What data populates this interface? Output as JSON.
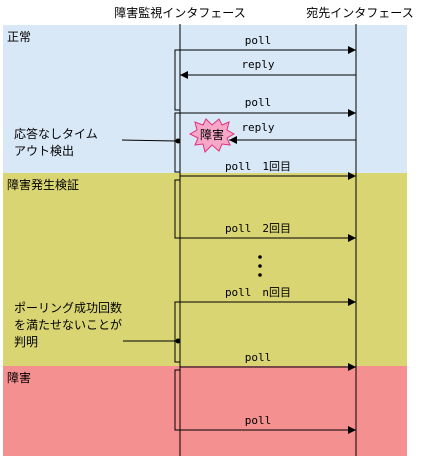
{
  "headers": {
    "monitor": "障害監視インタフェース",
    "destination": "宛先インタフェース"
  },
  "colors": {
    "normal_band": "#d9e8f7",
    "detect_band": "#d9d573",
    "failure_band": "#f59090",
    "burst_fill": "#f7a8c8",
    "burst_stroke": "#e0307a"
  },
  "sections": {
    "normal": "正常",
    "detect": "障害発生検証",
    "failure": "障害"
  },
  "messages": {
    "m1": "poll",
    "m2": "reply",
    "m3": "poll",
    "m4": "reply",
    "m5": "poll　1回目",
    "m6": "poll　2回目",
    "m7": "poll　n回目",
    "m8": "poll",
    "m9": "poll"
  },
  "burst_label": "障害",
  "annotations": {
    "timeout_line1": "応答なしタイム",
    "timeout_line2": "アウト検出",
    "polling_line1": "ポーリング成功回数",
    "polling_line2": "を満たせないことが",
    "polling_line3": "判明"
  }
}
